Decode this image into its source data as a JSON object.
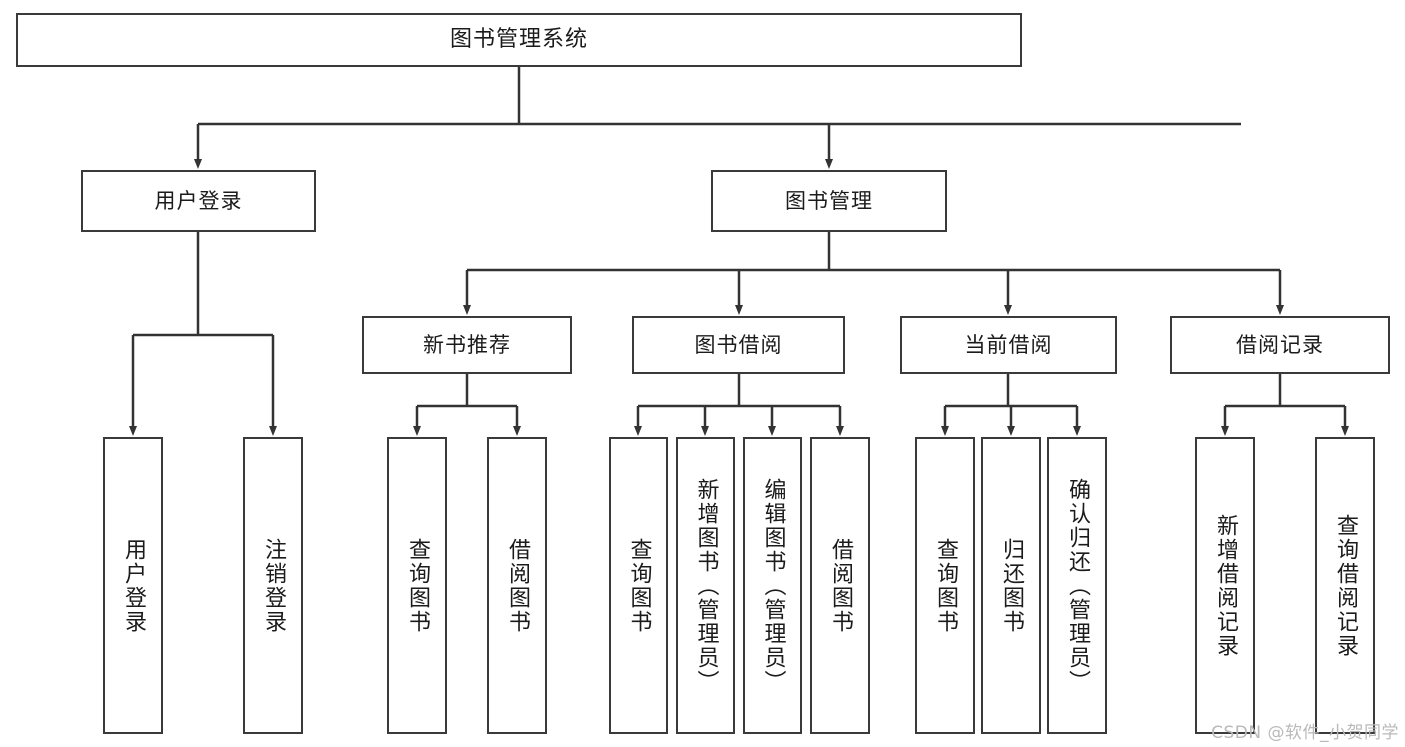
{
  "diagram": {
    "title": "图书管理系统",
    "type": "tree",
    "root": {
      "id": "root",
      "label": "图书管理系统"
    },
    "level2": [
      {
        "id": "user-login",
        "label": "用户登录"
      },
      {
        "id": "book-management",
        "label": "图书管理"
      }
    ],
    "level3": [
      {
        "id": "new-book-recommend",
        "label": "新书推荐",
        "parent": "book-management"
      },
      {
        "id": "book-borrow",
        "label": "图书借阅",
        "parent": "book-management"
      },
      {
        "id": "current-borrow",
        "label": "当前借阅",
        "parent": "book-management"
      },
      {
        "id": "borrow-record",
        "label": "借阅记录",
        "parent": "book-management"
      }
    ],
    "leaves": [
      {
        "id": "leaf-user-login",
        "label": "用户登录",
        "parent": "user-login"
      },
      {
        "id": "leaf-logout-login",
        "label": "注销登录",
        "parent": "user-login"
      },
      {
        "id": "leaf-query-book-1",
        "label": "查询图书",
        "parent": "new-book-recommend"
      },
      {
        "id": "leaf-borrow-book-1",
        "label": "借阅图书",
        "parent": "new-book-recommend"
      },
      {
        "id": "leaf-query-book-2",
        "label": "查询图书",
        "parent": "book-borrow"
      },
      {
        "id": "leaf-add-book",
        "label": "新增图书（管理员）",
        "parent": "book-borrow"
      },
      {
        "id": "leaf-edit-book",
        "label": "编辑图书（管理员）",
        "parent": "book-borrow"
      },
      {
        "id": "leaf-borrow-book-2",
        "label": "借阅图书",
        "parent": "book-borrow"
      },
      {
        "id": "leaf-query-book-3",
        "label": "查询图书",
        "parent": "current-borrow"
      },
      {
        "id": "leaf-return-book",
        "label": "归还图书",
        "parent": "current-borrow"
      },
      {
        "id": "leaf-confirm-return",
        "label": "确认归还（管理员）",
        "parent": "current-borrow"
      },
      {
        "id": "leaf-add-record",
        "label": "新增借阅记录",
        "parent": "borrow-record"
      },
      {
        "id": "leaf-query-record",
        "label": "查询借阅记录",
        "parent": "borrow-record"
      }
    ],
    "colors": {
      "box_border": "#3a3a3a",
      "box_fill": "#ffffff",
      "connector": "#333333",
      "text": "#1b1b1b",
      "watermark": "#b9b9b9"
    }
  },
  "watermark": {
    "text": "CSDN @软件_小贺同学"
  }
}
